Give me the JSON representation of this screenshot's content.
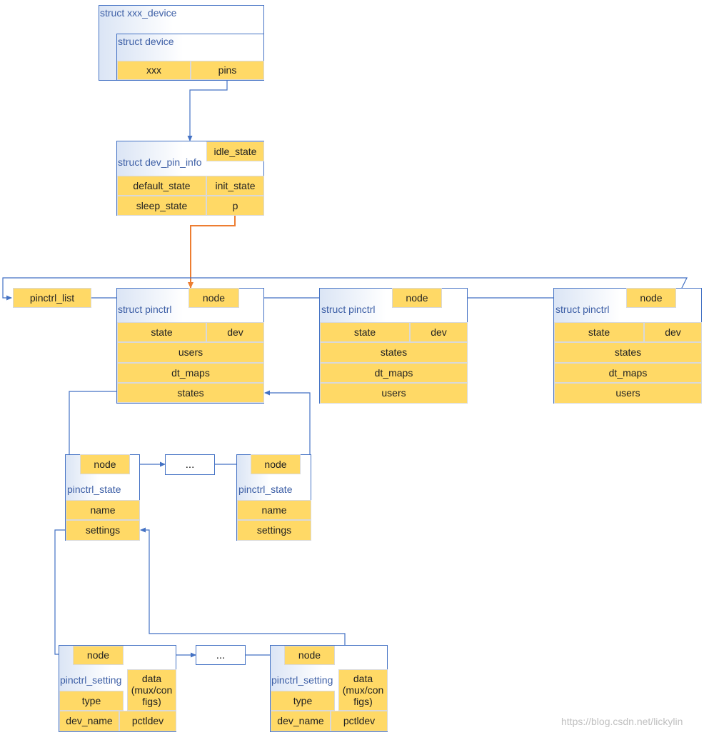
{
  "xxx_device": {
    "title": "struct xxx_device",
    "inner_title": "struct device",
    "xxx": "xxx",
    "pins": "pins"
  },
  "dev_pin_info": {
    "title": "struct dev_pin_info",
    "idle_state": "idle_state",
    "default_state": "default_state",
    "init_state": "init_state",
    "sleep_state": "sleep_state",
    "p": "p"
  },
  "pinctrl_list": "pinctrl_list",
  "pinctrl_1": {
    "title": "struct pinctrl",
    "node": "node",
    "state": "state",
    "dev": "dev",
    "users": "users",
    "dt_maps": "dt_maps",
    "states": "states"
  },
  "pinctrl_2": {
    "title": "struct pinctrl",
    "node": "node",
    "state": "state",
    "dev": "dev",
    "states": "states",
    "dt_maps": "dt_maps",
    "users": "users"
  },
  "pinctrl_3": {
    "title": "struct pinctrl",
    "node": "node",
    "state": "state",
    "dev": "dev",
    "states": "states",
    "dt_maps": "dt_maps",
    "users": "users"
  },
  "state_1": {
    "title": "pinctrl_state",
    "node": "node",
    "name": "name",
    "settings": "settings"
  },
  "state_2": {
    "title": "pinctrl_state",
    "node": "node",
    "name": "name",
    "settings": "settings"
  },
  "state_ellipsis": "...",
  "setting_1": {
    "title": "pinctrl_setting",
    "node": "node",
    "data": "data (mux/con figs)",
    "type": "type",
    "dev_name": "dev_name",
    "pctldev": "pctldev"
  },
  "setting_2": {
    "title": "pinctrl_setting",
    "node": "node",
    "data": "data (mux/con figs)",
    "type": "type",
    "dev_name": "dev_name",
    "pctldev": "pctldev"
  },
  "setting_ellipsis": "...",
  "watermark": "https://blog.csdn.net/lickylin",
  "colors": {
    "box_border": "#4472c4",
    "field_fill": "#ffd966",
    "arrow_blue": "#4472c4",
    "arrow_orange": "#ed7d31"
  }
}
